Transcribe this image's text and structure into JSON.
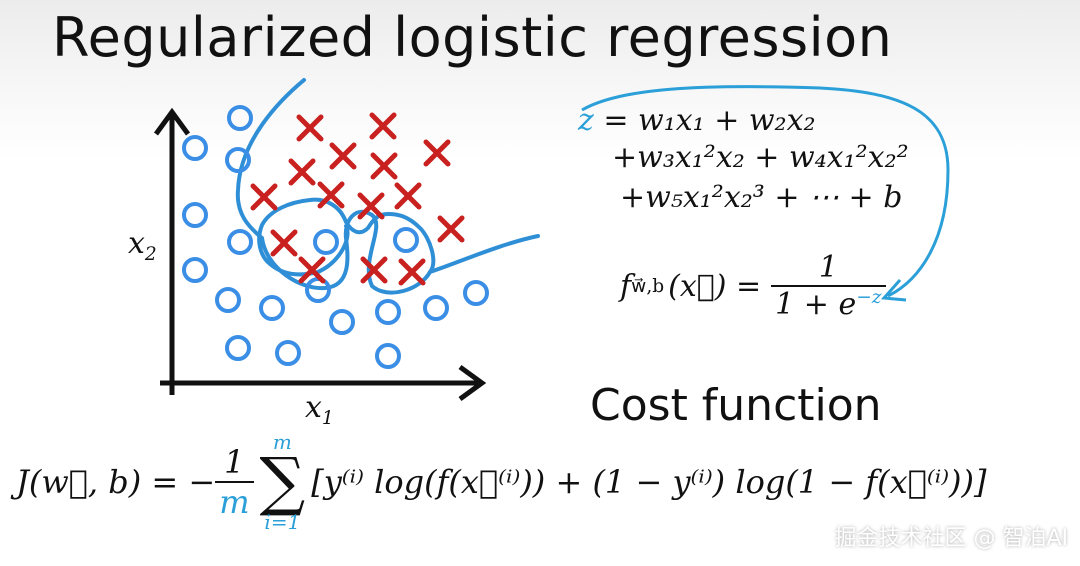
{
  "title": "Regularized logistic regression",
  "subtitle": "Cost function",
  "axes": {
    "x_label": "x",
    "x_sub": "1",
    "y_label": "x",
    "y_sub": "2"
  },
  "equation_z": {
    "line1": "z = w₁x₁ + w₂x₂",
    "line2": "+w₃x₁²x₂ + w₄x₁²x₂²",
    "line3": "+w₅x₁²x₂³ + ⋯ + b"
  },
  "equation_f": {
    "lhs": "f",
    "lhs_sub": "w⃗,b",
    "lhs_arg": "(x⃗) =",
    "numerator": "1",
    "denominator": "1 + e",
    "exponent": "−z"
  },
  "cost": {
    "lhs": "J(w⃗, b) = −",
    "frac_num": "1",
    "frac_den": "m",
    "sum_top": "m",
    "sum_bottom": "i=1",
    "term": "[y⁽ⁱ⁾ log(f(x⃗⁽ⁱ⁾)) + (1 − y⁽ⁱ⁾) log(1 − f(x⃗⁽ⁱ⁾))]"
  },
  "watermark": "掘金技术社区 @ 智泊AI",
  "colors": {
    "circle": "#3a8ee6",
    "cross": "#c8211f",
    "boundary": "#2f8fd6",
    "z_highlight": "#2a9fd8",
    "y_highlight": "#d0202a",
    "f_highlight": "#e050c8"
  },
  "points": {
    "circles": [
      [
        240,
        118
      ],
      [
        195,
        148
      ],
      [
        238,
        160
      ],
      [
        195,
        215
      ],
      [
        240,
        242
      ],
      [
        195,
        270
      ],
      [
        228,
        300
      ],
      [
        272,
        308
      ],
      [
        318,
        290
      ],
      [
        342,
        322
      ],
      [
        388,
        312
      ],
      [
        436,
        308
      ],
      [
        476,
        293
      ],
      [
        238,
        348
      ],
      [
        288,
        353
      ],
      [
        388,
        356
      ],
      [
        326,
        242
      ],
      [
        406,
        240
      ]
    ],
    "crosses": [
      [
        310,
        128
      ],
      [
        383,
        126
      ],
      [
        343,
        156
      ],
      [
        437,
        153
      ],
      [
        302,
        172
      ],
      [
        384,
        166
      ],
      [
        264,
        197
      ],
      [
        331,
        195
      ],
      [
        408,
        196
      ],
      [
        371,
        206
      ],
      [
        284,
        243
      ],
      [
        451,
        229
      ],
      [
        312,
        270
      ],
      [
        374,
        270
      ],
      [
        412,
        272
      ]
    ]
  }
}
